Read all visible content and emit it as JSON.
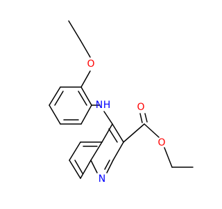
{
  "molecule": {
    "atoms": {
      "nh": {
        "label": "N",
        "sub": "H",
        "color": "#0000ff"
      },
      "n_ring": {
        "label": "N",
        "color": "#0000ff"
      },
      "o_ether": {
        "label": "O",
        "color": "#ff0000"
      },
      "o_carbonyl": {
        "label": "O",
        "color": "#ff0000"
      },
      "o_ester": {
        "label": "O",
        "color": "#ff0000"
      }
    }
  }
}
